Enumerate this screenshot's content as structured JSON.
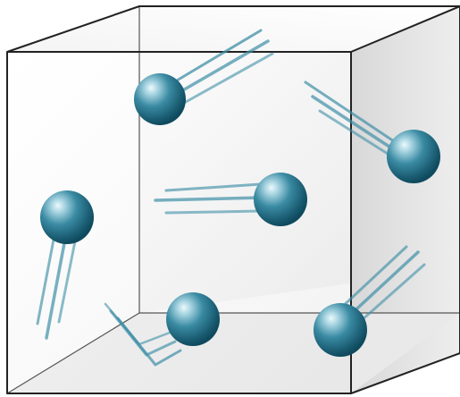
{
  "figure": {
    "depicts": "gas-molecules-in-container",
    "container": "transparent-cube",
    "molecule_count": 6,
    "colors": {
      "background": "#ffffff",
      "edge": "#222222",
      "face_light": "#f7f7f7",
      "face_shade": "#dcdcdc",
      "molecule_core": "#2f7f97",
      "molecule_dark": "#0f4a5e",
      "molecule_highlight": "#e8f6fa",
      "motion_trail": "#3f8fa6"
    }
  }
}
